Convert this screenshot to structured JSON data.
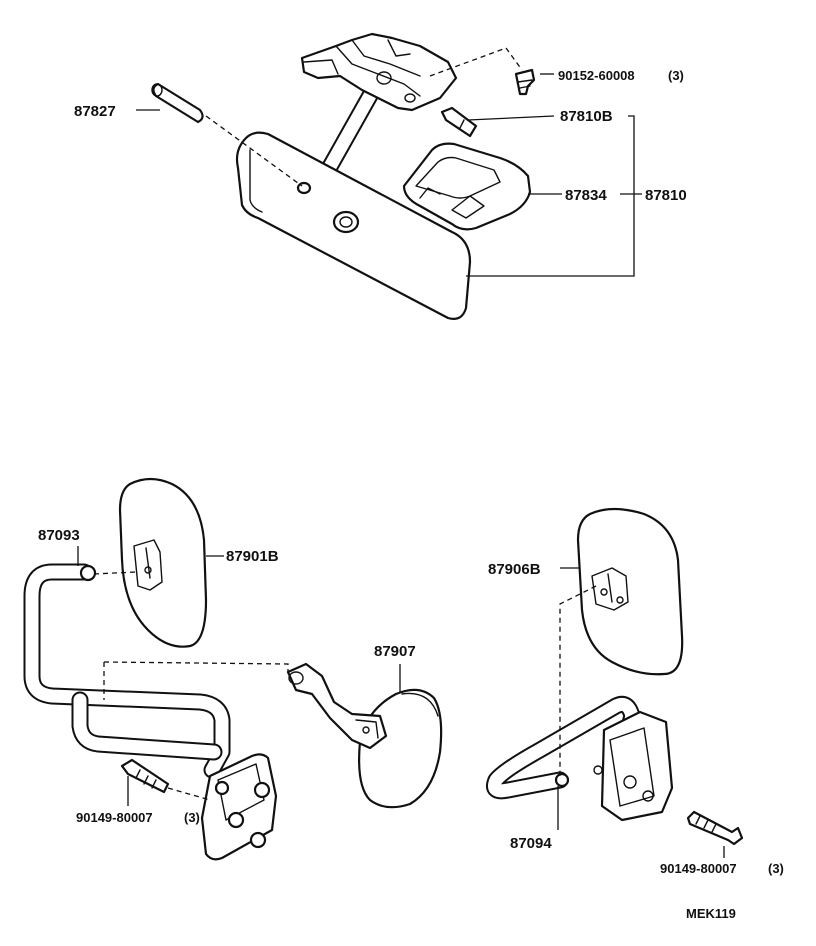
{
  "labels": {
    "p87827": "87827",
    "p90152": "90152-60008",
    "q90152": "(3)",
    "p87810B": "87810B",
    "p87834": "87834",
    "p87810": "87810",
    "p87093": "87093",
    "p87901B": "87901B",
    "p87907": "87907",
    "p90149_left": "90149-80007",
    "q90149_left": "(3)",
    "p87906B": "87906B",
    "p87094": "87094",
    "p90149_right": "90149-80007",
    "q90149_right": "(3)",
    "code": "MEK119"
  }
}
